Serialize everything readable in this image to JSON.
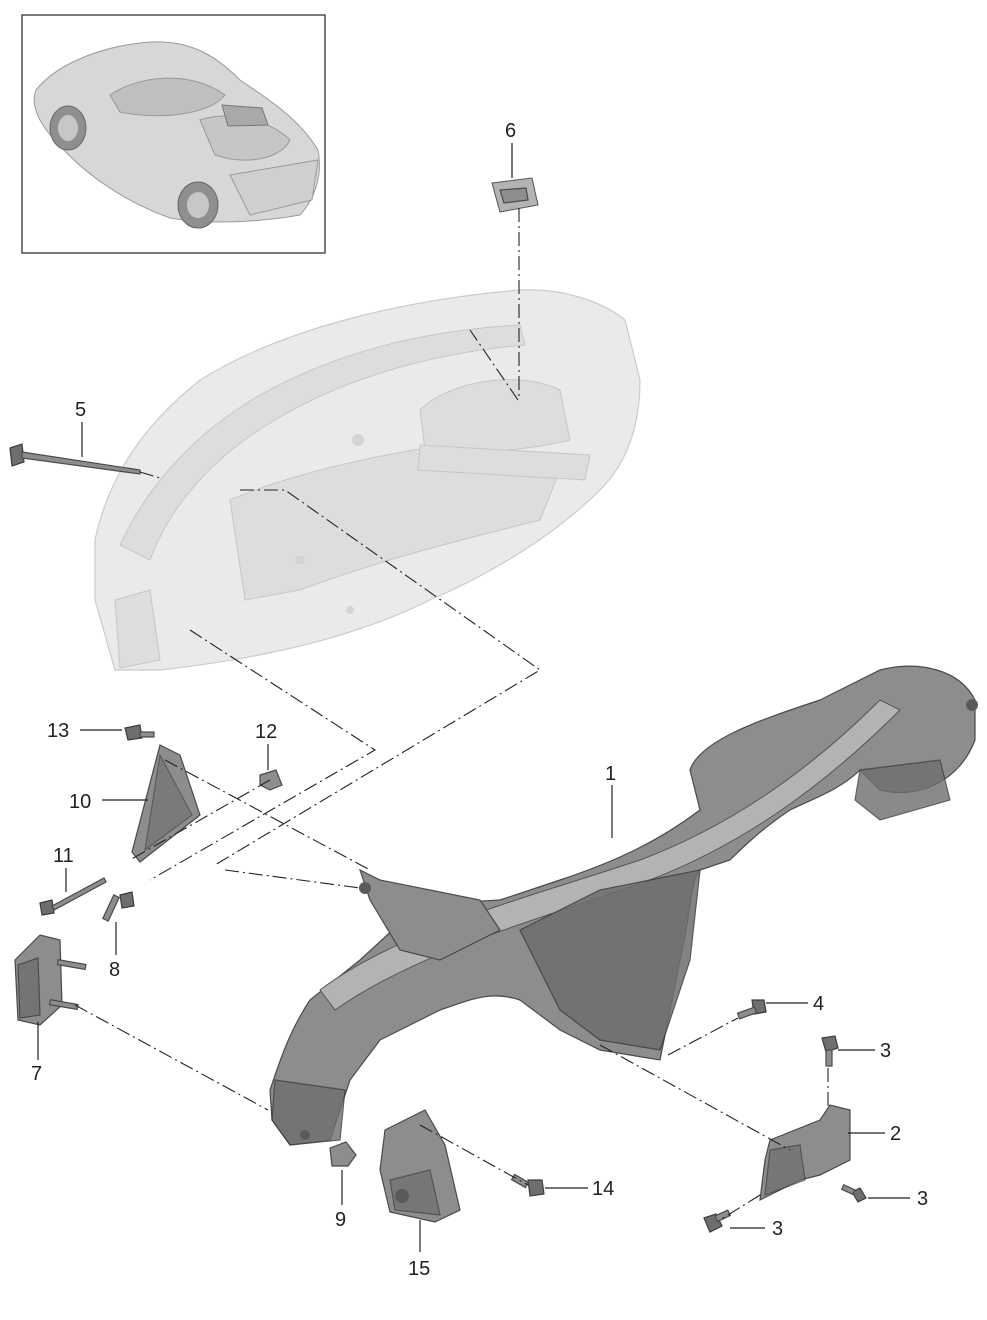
{
  "callouts": {
    "p1": "1",
    "p2": "2",
    "p3a": "3",
    "p3b": "3",
    "p3c": "3",
    "p4": "4",
    "p5": "5",
    "p6": "6",
    "p7": "7",
    "p8": "8",
    "p9": "9",
    "p10": "10",
    "p11": "11",
    "p12": "12",
    "p13": "13",
    "p14": "14",
    "p15": "15"
  },
  "colors": {
    "part": "#8d8d8d",
    "ghost_body": "#e9e9e9",
    "lines": "#222222"
  },
  "icons": {
    "inset": "car-overview-thumbnail"
  }
}
